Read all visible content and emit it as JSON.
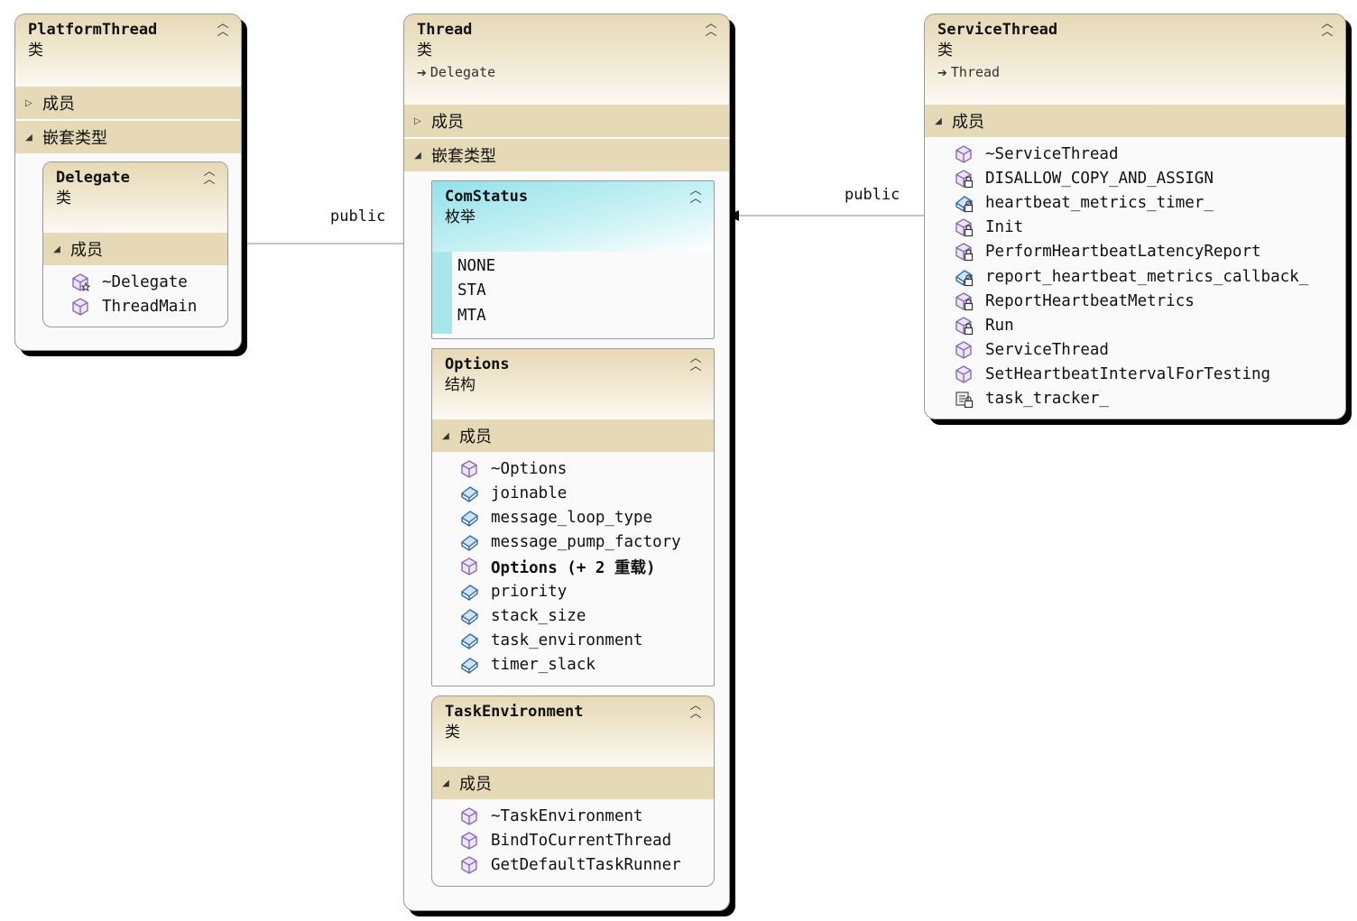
{
  "connectors": {
    "left_label": "public",
    "right_label": "public"
  },
  "platform_thread": {
    "name": "PlatformThread",
    "kind": "类",
    "sections": {
      "members": "成员",
      "nested_types": "嵌套类型"
    },
    "delegate": {
      "name": "Delegate",
      "kind": "类",
      "members_label": "成员",
      "members": [
        "~Delegate",
        "ThreadMain"
      ]
    }
  },
  "thread": {
    "name": "Thread",
    "kind": "类",
    "base": "Delegate",
    "sections": {
      "members": "成员",
      "nested_types": "嵌套类型"
    },
    "com_status": {
      "name": "ComStatus",
      "kind": "枚举",
      "values": [
        "NONE",
        "STA",
        "MTA"
      ]
    },
    "options": {
      "name": "Options",
      "kind": "结构",
      "members_label": "成员",
      "members": [
        "~Options",
        "joinable",
        "message_loop_type",
        "message_pump_factory",
        "Options (+ 2 重载)",
        "priority",
        "stack_size",
        "task_environment",
        "timer_slack"
      ]
    },
    "task_environment": {
      "name": "TaskEnvironment",
      "kind": "类",
      "members_label": "成员",
      "members": [
        "~TaskEnvironment",
        "BindToCurrentThread",
        "GetDefaultTaskRunner"
      ]
    }
  },
  "service_thread": {
    "name": "ServiceThread",
    "kind": "类",
    "base": "Thread",
    "members_label": "成员",
    "members": [
      "~ServiceThread",
      "DISALLOW_COPY_AND_ASSIGN",
      "heartbeat_metrics_timer_",
      "Init",
      "PerformHeartbeatLatencyReport",
      "report_heartbeat_metrics_callback_",
      "ReportHeartbeatMetrics",
      "Run",
      "ServiceThread",
      "SetHeartbeatIntervalForTesting",
      "task_tracker_"
    ]
  },
  "icons": {
    "method": "method-icon",
    "field": "field-icon",
    "private_method": "private-method-icon",
    "private_field": "private-field-icon",
    "virtual_method": "virtual-method-icon",
    "private_property": "private-property-icon"
  }
}
